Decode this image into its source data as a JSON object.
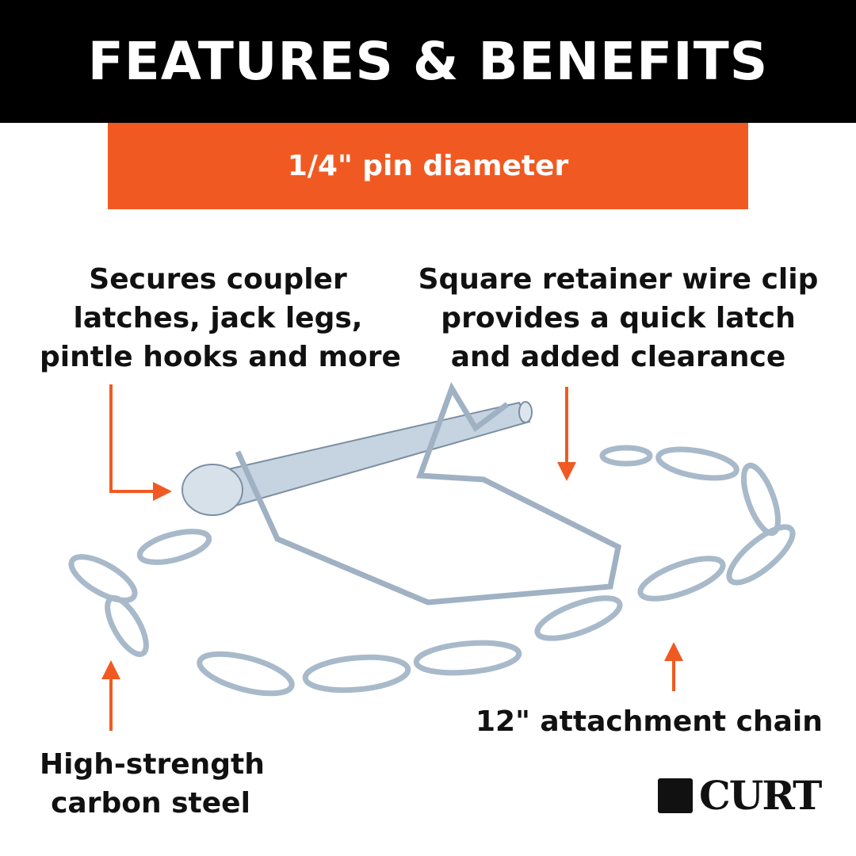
{
  "header": {
    "title": "FEATURES & BENEFITS"
  },
  "band": {
    "text": "1/4\" pin diameter"
  },
  "callouts": {
    "top_left": [
      "Secures coupler",
      "latches, jack legs,",
      "pintle hooks and more"
    ],
    "top_right": [
      "Square retainer wire clip",
      "provides a quick latch",
      "and added clearance"
    ],
    "bottom_left": [
      "High-strength",
      "carbon steel"
    ],
    "bottom_right": [
      "12\" attachment chain"
    ]
  },
  "brand": {
    "logo_text": "CURT"
  },
  "colors": {
    "header_bg": "#000000",
    "accent": "#f05a22",
    "metal": "#b9c8d8"
  }
}
